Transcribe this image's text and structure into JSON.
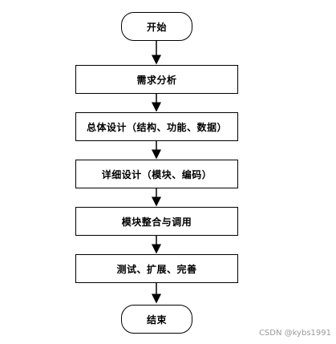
{
  "flowchart": {
    "start": "开始",
    "steps": [
      "需求分析",
      "总体设计（结构、功能、数据）",
      "详细设计（模块、编码）",
      "模块整合与调用",
      "测试、扩展、完善"
    ],
    "end": "结束"
  },
  "watermark": "CSDN @kybs1991"
}
